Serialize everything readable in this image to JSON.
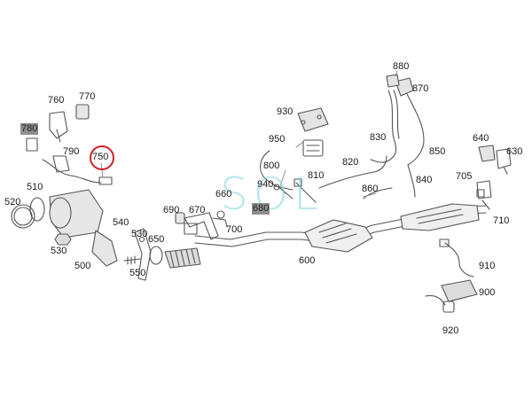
{
  "diagram": {
    "parts": [
      {
        "id": "p500",
        "label": "500"
      },
      {
        "id": "p510",
        "label": "510"
      },
      {
        "id": "p520",
        "label": "520"
      },
      {
        "id": "p530a",
        "label": "530"
      },
      {
        "id": "p530b",
        "label": "530"
      },
      {
        "id": "p540",
        "label": "540"
      },
      {
        "id": "p550",
        "label": "550"
      },
      {
        "id": "p600",
        "label": "600"
      },
      {
        "id": "p630",
        "label": "630"
      },
      {
        "id": "p640",
        "label": "640"
      },
      {
        "id": "p650",
        "label": "650"
      },
      {
        "id": "p660",
        "label": "660"
      },
      {
        "id": "p670",
        "label": "670"
      },
      {
        "id": "p680",
        "label": "680"
      },
      {
        "id": "p690",
        "label": "690"
      },
      {
        "id": "p700",
        "label": "700"
      },
      {
        "id": "p705",
        "label": "705"
      },
      {
        "id": "p710",
        "label": "710"
      },
      {
        "id": "p750",
        "label": "750"
      },
      {
        "id": "p760",
        "label": "760"
      },
      {
        "id": "p770",
        "label": "770"
      },
      {
        "id": "p780",
        "label": "780"
      },
      {
        "id": "p790",
        "label": "790"
      },
      {
        "id": "p800",
        "label": "800"
      },
      {
        "id": "p810",
        "label": "810"
      },
      {
        "id": "p820",
        "label": "820"
      },
      {
        "id": "p830",
        "label": "830"
      },
      {
        "id": "p840",
        "label": "840"
      },
      {
        "id": "p850",
        "label": "850"
      },
      {
        "id": "p860",
        "label": "860"
      },
      {
        "id": "p870",
        "label": "870"
      },
      {
        "id": "p880",
        "label": "880"
      },
      {
        "id": "p900",
        "label": "900"
      },
      {
        "id": "p910",
        "label": "910"
      },
      {
        "id": "p920",
        "label": "920"
      },
      {
        "id": "p930",
        "label": "930"
      },
      {
        "id": "p940",
        "label": "940"
      },
      {
        "id": "p950",
        "label": "950"
      }
    ],
    "highlighted_part": "750",
    "watermark": "SOL",
    "colors": {
      "highlight": "#d0202a",
      "line": "#555555",
      "watermark": "#7fd3e0",
      "label_box": "#8f8f8f"
    }
  }
}
